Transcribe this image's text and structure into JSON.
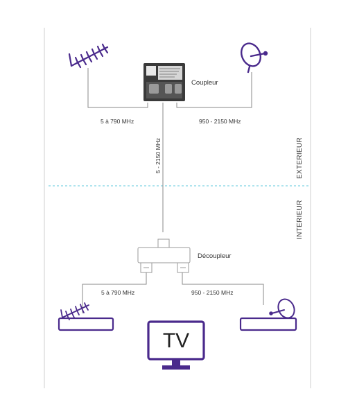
{
  "labels": {
    "coupler": "Coupleur",
    "decoupler": "Découpleur",
    "top_left_freq": "5 à 790 MHz",
    "top_right_freq": "950 - 2150 MHz",
    "vertical_freq": "5 - 2150 MHz",
    "bottom_left_freq": "5 à 790 MHz",
    "bottom_right_freq": "950 - 2150 MHz",
    "exterior": "EXTERIEUR",
    "interior": "INTERIEUR",
    "tv": "TV"
  },
  "colors": {
    "accent": "#4a2a8c",
    "wire": "#8a8a8a",
    "divider": "#7fd3e3",
    "frame": "#c8c8c8"
  }
}
